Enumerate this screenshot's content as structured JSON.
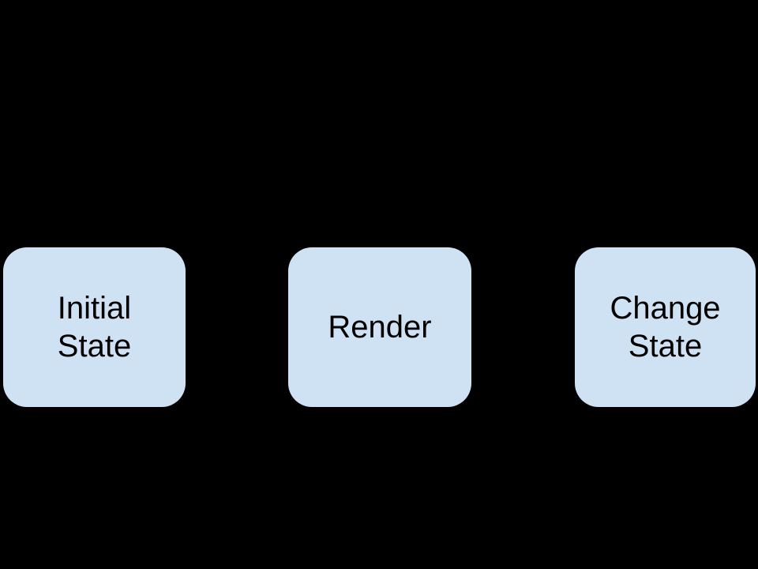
{
  "diagram": {
    "background_color": "#000000",
    "node_fill_color": "#cfe2f3",
    "node_text_color": "#000000",
    "nodes": [
      {
        "id": "initial-state",
        "label": "Initial\nState"
      },
      {
        "id": "render",
        "label": "Render"
      },
      {
        "id": "change-state",
        "label": "Change\nState"
      }
    ]
  }
}
